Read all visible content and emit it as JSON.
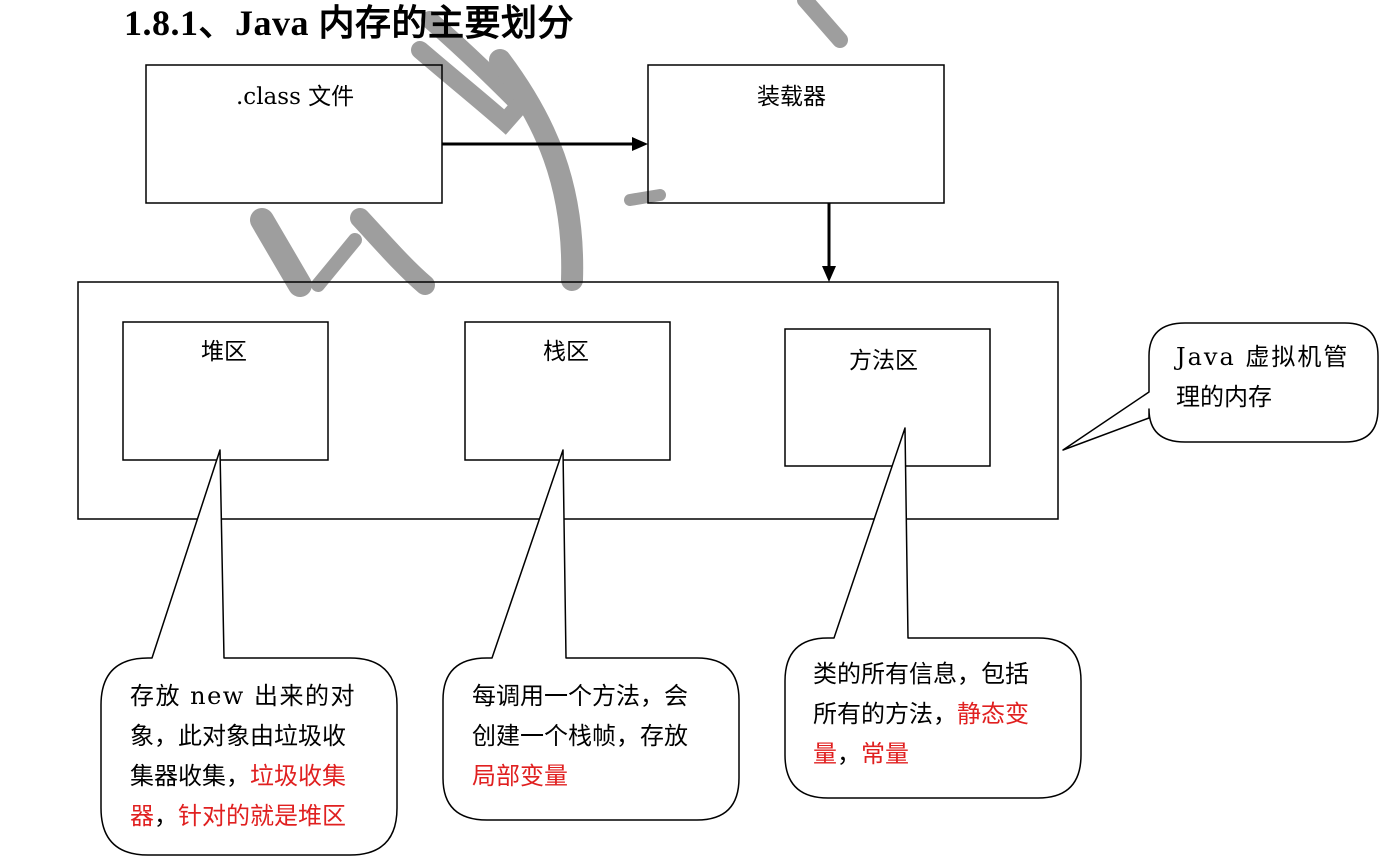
{
  "title": "1.8.1、Java 内存的主要划分",
  "boxes": {
    "class_file": ".class 文件",
    "loader": "装载器",
    "heap": "堆区",
    "stack": "栈区",
    "method": "方法区"
  },
  "callouts": {
    "jvm": {
      "line1": "Java 虚拟机管",
      "line2": "理的内存"
    },
    "heap": {
      "line1": "存放 new 出来的对",
      "line2": "象，此对象由垃圾收",
      "line3_black": "集器收集，",
      "line3_red": "垃圾收集",
      "line4_red_a": "器",
      "line4_black": "，",
      "line4_red_b": "针对的就是堆区"
    },
    "stack": {
      "line1": "每调用一个方法，会",
      "line2": "创建一个栈帧，存放",
      "line3_red": "局部变量"
    },
    "method": {
      "line1": "类的所有信息，包括",
      "line2_black": "所有的方法，",
      "line2_red": "静态变",
      "line3_red_a": "量",
      "line3_black": "，",
      "line3_red_b": "常量"
    }
  },
  "colors": {
    "highlight": "#e02020",
    "watermark": "#9e9e9e"
  }
}
